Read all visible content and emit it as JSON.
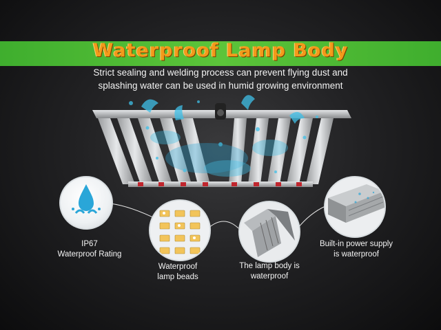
{
  "header": {
    "title": "Waterproof Lamp Body",
    "subtitle_line1": "Strict sealing and welding process can prevent flying dust and",
    "subtitle_line2": "splashing water can be used in humid growing environment"
  },
  "features": [
    {
      "line1": "IP67",
      "line2": "Waterproof Rating",
      "icon": "water-drop-icon"
    },
    {
      "line1": "Waterproof",
      "line2": "lamp beads",
      "icon": "led-beads-icon"
    },
    {
      "line1": "The lamp body is",
      "line2": "waterproof",
      "icon": "lamp-body-icon"
    },
    {
      "line1": "Built-in power supply",
      "line2": "is waterproof",
      "icon": "power-supply-icon"
    }
  ],
  "colors": {
    "banner_green": "#5cc43a",
    "title_orange": "#f39a1a",
    "water_blue": "#2aa6d8",
    "background": "#1c1c1e"
  }
}
